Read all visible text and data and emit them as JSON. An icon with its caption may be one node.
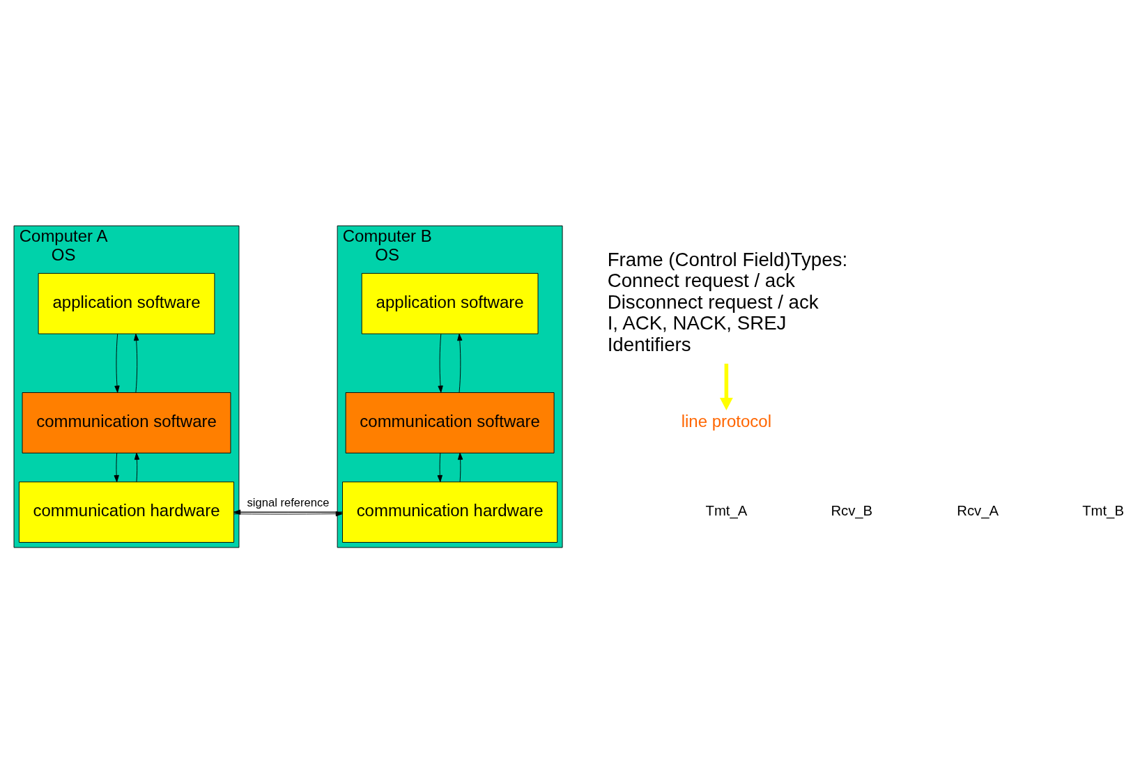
{
  "diagram": {
    "nodes": [
      {
        "text": [
          "Computer A",
          "OS"
        ]
      },
      {
        "text": [
          "application software"
        ],
        "in": 0
      },
      {
        "text": [
          "communication software"
        ],
        "in": 0
      },
      {
        "text": [
          "communication hardware"
        ],
        "in": 0
      },
      {
        "text": [
          "Computer B",
          "OS"
        ]
      },
      {
        "text": [
          "application software"
        ],
        "in": 4
      },
      {
        "text": [
          "communication software"
        ],
        "in": 4
      },
      {
        "text": [
          "communication hardware"
        ],
        "in": 4
      },
      {
        "text": [
          "Frame (Control Field)Types:",
          "Connect request / ack",
          "Disconnect request / ack",
          "I, ACK, NACK, SREJ",
          "Identifiers"
        ]
      },
      {
        "text": [
          "line protocol"
        ]
      }
    ],
    "edges": [
      {
        "from": 1,
        "to": 2,
        "arrow": "to"
      },
      {
        "from": 2,
        "to": 1,
        "arrow": "to"
      },
      {
        "from": 2,
        "to": 3,
        "arrow": "to"
      },
      {
        "from": 3,
        "to": 2,
        "arrow": "to"
      },
      {
        "from": 5,
        "to": 6,
        "arrow": "to"
      },
      {
        "from": 6,
        "to": 5,
        "arrow": "to"
      },
      {
        "from": 6,
        "to": 7,
        "arrow": "to"
      },
      {
        "from": 7,
        "to": 6,
        "arrow": "to"
      },
      {
        "from": 8,
        "to": 9,
        "arrow": "to",
        "style": "thick",
        "color": "#ffff00"
      },
      {
        "from": 3,
        "to": 7,
        "arrow": "to"
      },
      {
        "from": 7,
        "to": 3,
        "arrow": "to"
      },
      {
        "from": 3,
        "to": 7,
        "arrow": "none",
        "label": "signal reference"
      }
    ],
    "labels": [
      "Tmt_A",
      "Rcv_B",
      "Rcv_A",
      "Tmt_B"
    ]
  }
}
